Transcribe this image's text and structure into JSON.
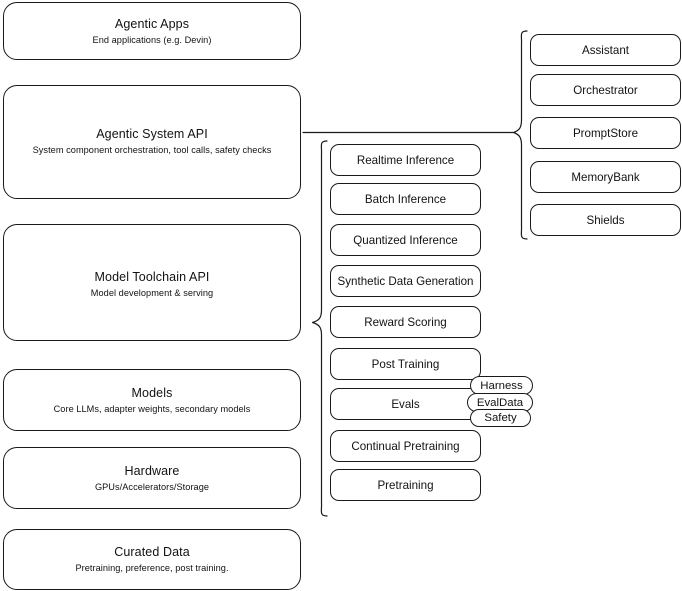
{
  "diagram": {
    "title": "Agentic AI stack layered architecture",
    "stroke_color": "#1a1a1a",
    "background_color": "#ffffff"
  },
  "stack_layers": [
    {
      "title": "Agentic Apps",
      "subtitle": "End applications (e.g. Devin)"
    },
    {
      "title": "Agentic System API",
      "subtitle": "System component orchestration, tool calls, safety checks"
    },
    {
      "title": "Model Toolchain API",
      "subtitle": "Model development & serving"
    },
    {
      "title": "Models",
      "subtitle": "Core LLMs, adapter weights, secondary models"
    },
    {
      "title": "Hardware",
      "subtitle": "GPUs/Accelerators/Storage"
    },
    {
      "title": "Curated Data",
      "subtitle": "Pretraining, preference, post training."
    }
  ],
  "agentic_system_components": [
    {
      "label": "Assistant"
    },
    {
      "label": "Orchestrator"
    },
    {
      "label": "PromptStore"
    },
    {
      "label": "MemoryBank"
    },
    {
      "label": "Shields"
    }
  ],
  "model_toolchain_components": [
    {
      "label": "Realtime Inference"
    },
    {
      "label": "Batch Inference"
    },
    {
      "label": "Quantized Inference"
    },
    {
      "label": "Synthetic Data Generation"
    },
    {
      "label": "Reward Scoring"
    },
    {
      "label": "Post Training"
    },
    {
      "label": "Evals"
    },
    {
      "label": "Continual Pretraining"
    },
    {
      "label": "Pretraining"
    }
  ],
  "evals_subcomponents": [
    {
      "label": "Harness"
    },
    {
      "label": "EvalData"
    },
    {
      "label": "Safety"
    }
  ]
}
